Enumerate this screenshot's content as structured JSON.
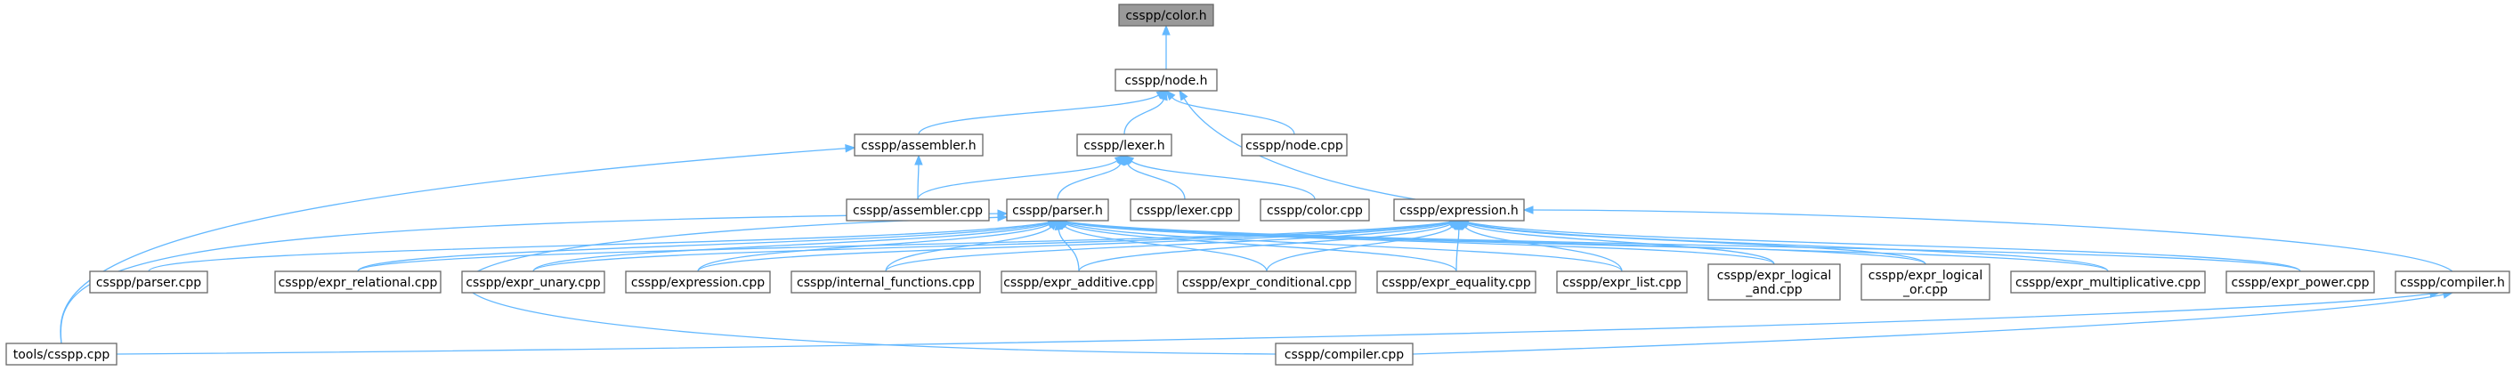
{
  "graph": {
    "edge_color": "#63b8ff",
    "root_fill": "#999999",
    "node_border": "#666666",
    "nodes": {
      "color_h": [
        "csspp/color.h"
      ],
      "node_h": [
        "csspp/node.h"
      ],
      "assembler_h": [
        "csspp/assembler.h"
      ],
      "lexer_h": [
        "csspp/lexer.h"
      ],
      "node_cpp": [
        "csspp/node.cpp"
      ],
      "assembler_cpp": [
        "csspp/assembler.cpp"
      ],
      "parser_h": [
        "csspp/parser.h"
      ],
      "lexer_cpp": [
        "csspp/lexer.cpp"
      ],
      "color_cpp": [
        "csspp/color.cpp"
      ],
      "expression_h": [
        "csspp/expression.h"
      ],
      "parser_cpp": [
        "csspp/parser.cpp"
      ],
      "expr_relational": [
        "csspp/expr_relational.cpp"
      ],
      "expr_unary": [
        "csspp/expr_unary.cpp"
      ],
      "expression_cpp": [
        "csspp/expression.cpp"
      ],
      "internal_functions": [
        "csspp/internal_functions.cpp"
      ],
      "expr_additive": [
        "csspp/expr_additive.cpp"
      ],
      "expr_conditional": [
        "csspp/expr_conditional.cpp"
      ],
      "expr_equality": [
        "csspp/expr_equality.cpp"
      ],
      "expr_list": [
        "csspp/expr_list.cpp"
      ],
      "expr_logical_and": [
        "csspp/expr_logical",
        "_and.cpp"
      ],
      "expr_logical_or": [
        "csspp/expr_logical",
        "_or.cpp"
      ],
      "expr_multiplicative": [
        "csspp/expr_multiplicative.cpp"
      ],
      "expr_power": [
        "csspp/expr_power.cpp"
      ],
      "compiler_h": [
        "csspp/compiler.h"
      ],
      "tools_csspp": [
        "tools/csspp.cpp"
      ],
      "compiler_cpp": [
        "csspp/compiler.cpp"
      ]
    },
    "edges": [
      [
        "node_h",
        "color_h"
      ],
      [
        "assembler_h",
        "node_h"
      ],
      [
        "lexer_h",
        "node_h"
      ],
      [
        "node_cpp",
        "node_h"
      ],
      [
        "expression_h",
        "node_h"
      ],
      [
        "assembler_cpp",
        "assembler_h"
      ],
      [
        "tools_csspp",
        "assembler_h"
      ],
      [
        "assembler_cpp",
        "lexer_h"
      ],
      [
        "parser_h",
        "lexer_h"
      ],
      [
        "lexer_cpp",
        "lexer_h"
      ],
      [
        "color_cpp",
        "lexer_h"
      ],
      [
        "parser_cpp",
        "parser_h"
      ],
      [
        "expr_relational",
        "parser_h"
      ],
      [
        "expr_unary",
        "parser_h"
      ],
      [
        "expression_cpp",
        "parser_h"
      ],
      [
        "internal_functions",
        "parser_h"
      ],
      [
        "expr_additive",
        "parser_h"
      ],
      [
        "expr_conditional",
        "parser_h"
      ],
      [
        "expr_equality",
        "parser_h"
      ],
      [
        "expr_list",
        "parser_h"
      ],
      [
        "expr_logical_and",
        "parser_h"
      ],
      [
        "expr_logical_or",
        "parser_h"
      ],
      [
        "expr_multiplicative",
        "parser_h"
      ],
      [
        "expr_power",
        "parser_h"
      ],
      [
        "tools_csspp",
        "parser_h"
      ],
      [
        "compiler_cpp",
        "parser_h"
      ],
      [
        "expr_relational",
        "expression_h"
      ],
      [
        "expr_unary",
        "expression_h"
      ],
      [
        "expression_cpp",
        "expression_h"
      ],
      [
        "internal_functions",
        "expression_h"
      ],
      [
        "expr_additive",
        "expression_h"
      ],
      [
        "expr_conditional",
        "expression_h"
      ],
      [
        "expr_equality",
        "expression_h"
      ],
      [
        "expr_list",
        "expression_h"
      ],
      [
        "expr_logical_and",
        "expression_h"
      ],
      [
        "expr_logical_or",
        "expression_h"
      ],
      [
        "expr_multiplicative",
        "expression_h"
      ],
      [
        "expr_power",
        "expression_h"
      ],
      [
        "compiler_h",
        "expression_h"
      ],
      [
        "tools_csspp",
        "compiler_h"
      ],
      [
        "compiler_cpp",
        "compiler_h"
      ]
    ]
  }
}
